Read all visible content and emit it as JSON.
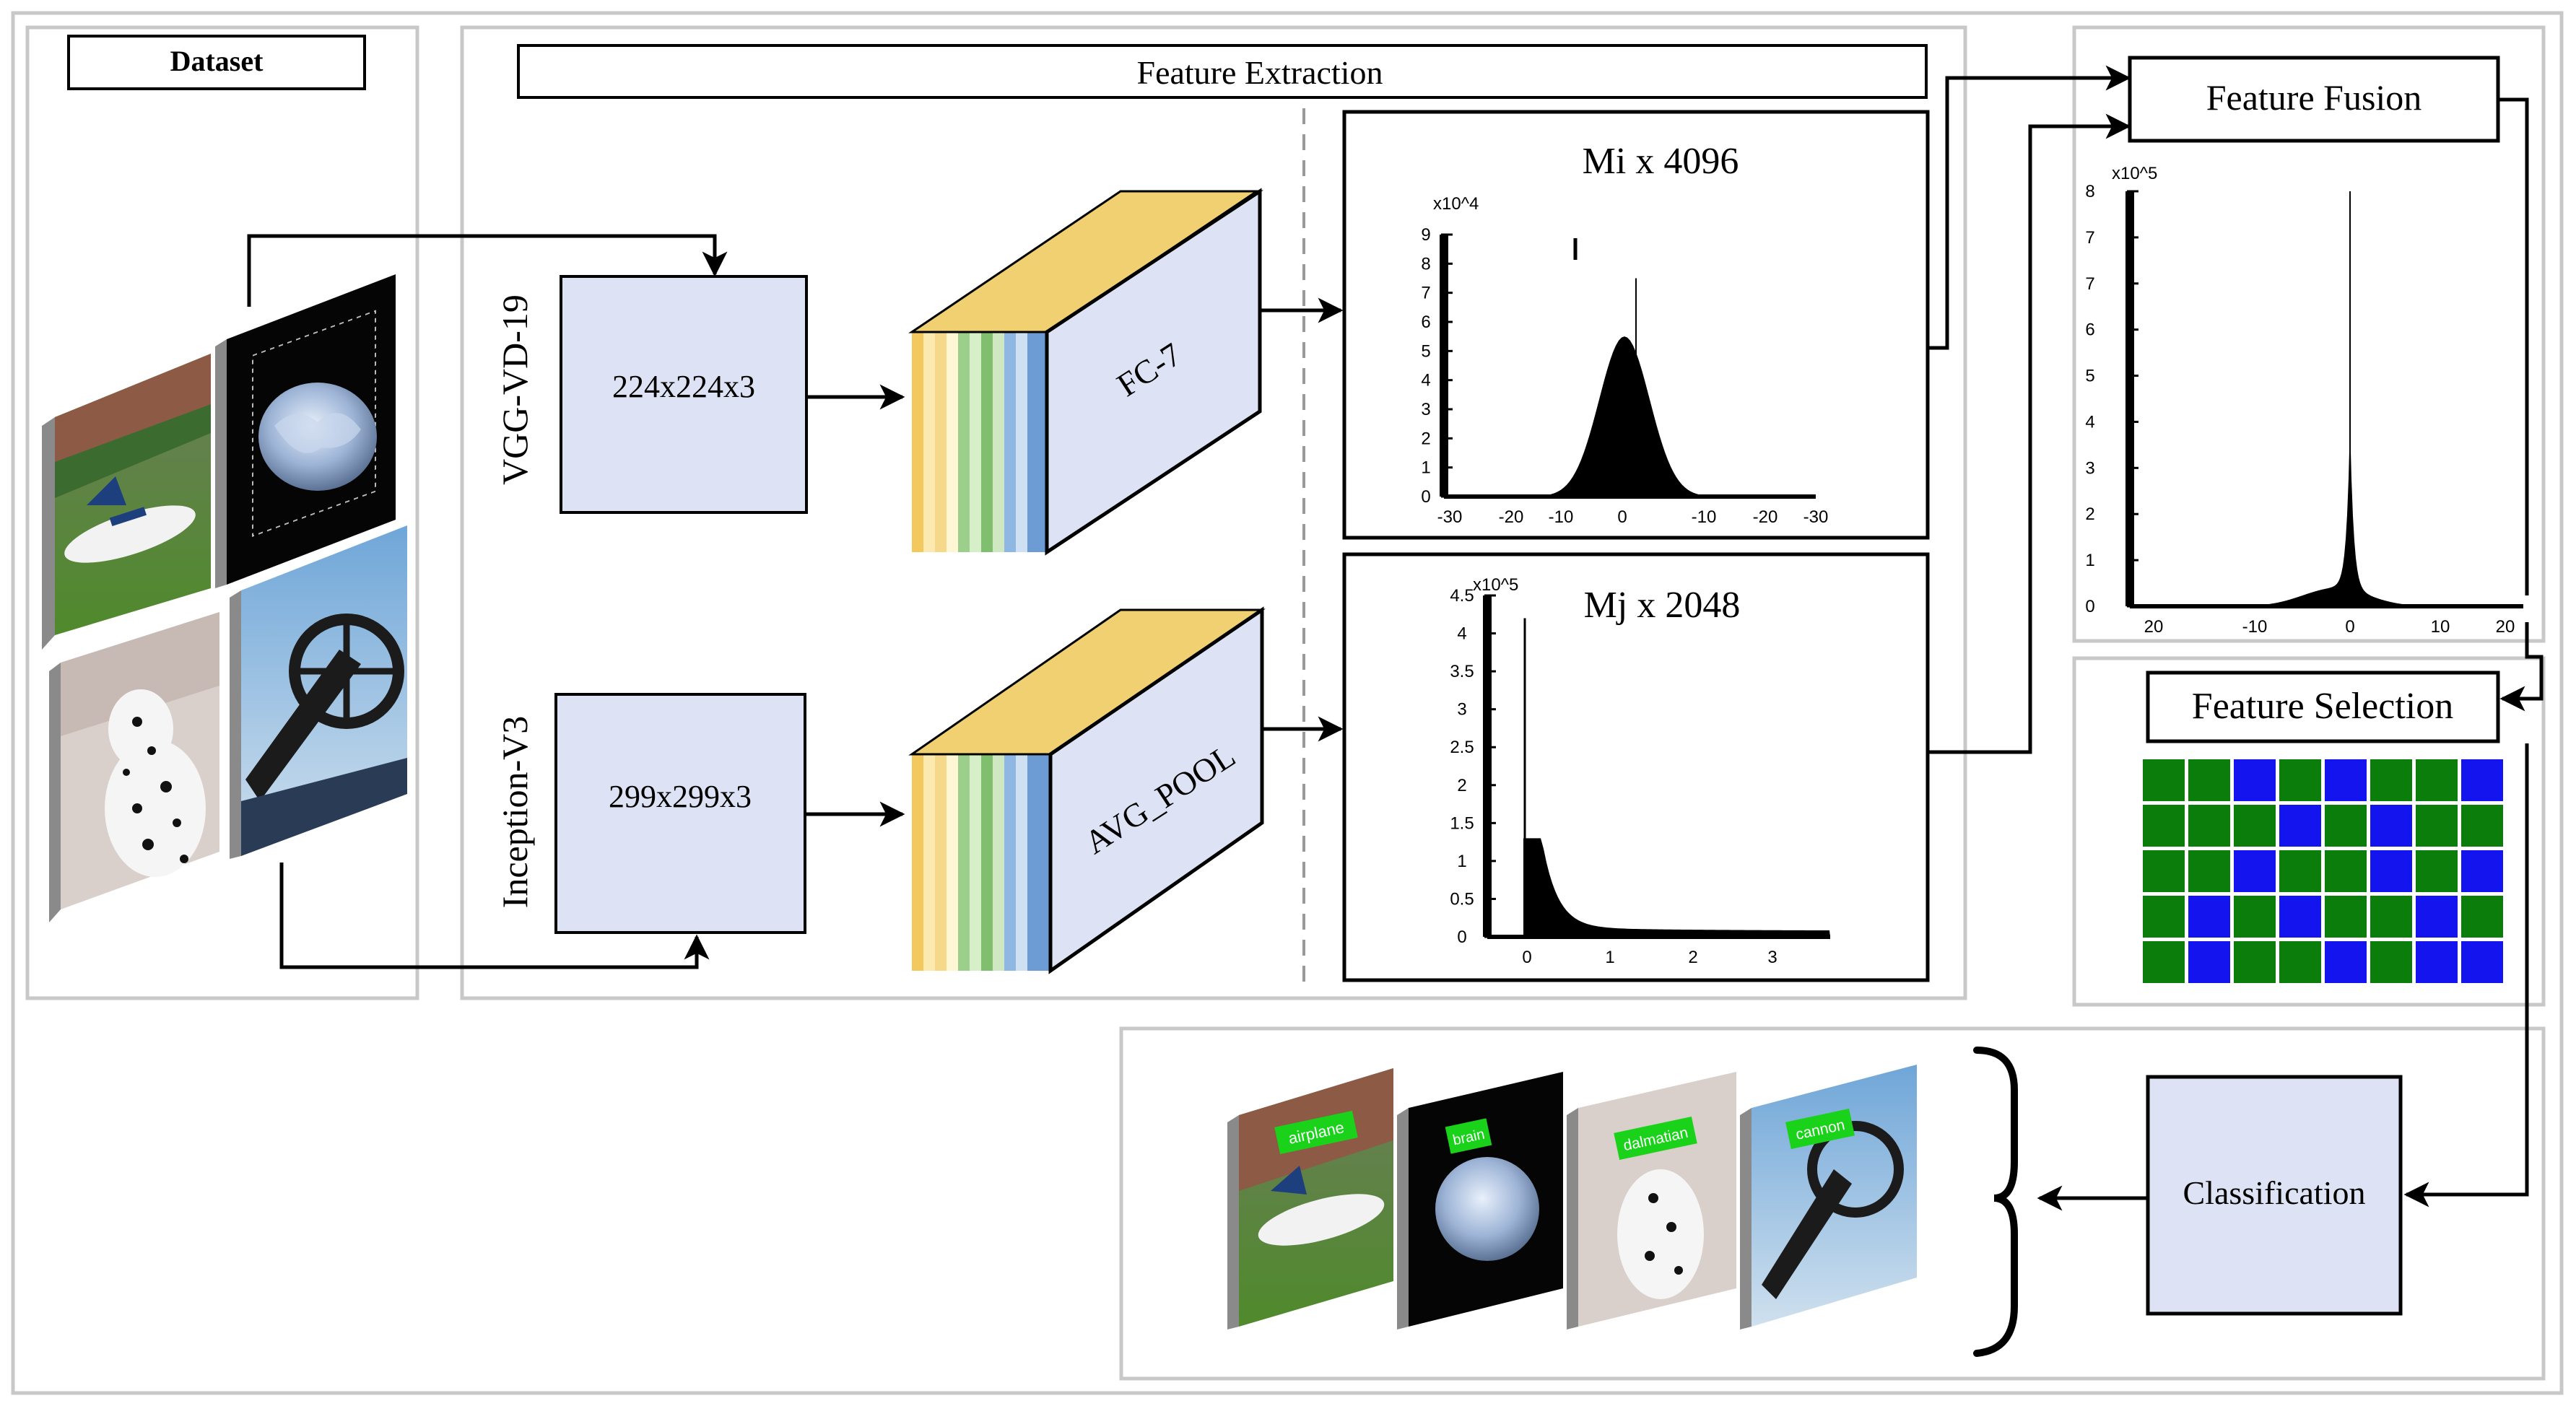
{
  "dataset": {
    "label": "Dataset"
  },
  "extraction": {
    "header": "Feature Extraction",
    "vgg": {
      "name": "VGG-VD-19",
      "input": "224x224x3",
      "layer": "FC-7"
    },
    "inception": {
      "name": "Inception-V3",
      "input": "299x299x3",
      "layer": "AVG_POOL"
    }
  },
  "fusion": {
    "label": "Feature Fusion"
  },
  "selection": {
    "label": "Feature Selection",
    "colors": {
      "green": "#0a7d0a",
      "blue": "#1414ee"
    },
    "grid": [
      [
        "g",
        "g",
        "b",
        "g",
        "b",
        "g",
        "g",
        "b"
      ],
      [
        "g",
        "g",
        "g",
        "b",
        "g",
        "b",
        "g",
        "g"
      ],
      [
        "g",
        "g",
        "b",
        "g",
        "g",
        "b",
        "g",
        "b"
      ],
      [
        "g",
        "b",
        "g",
        "b",
        "g",
        "g",
        "b",
        "g"
      ],
      [
        "g",
        "b",
        "g",
        "g",
        "b",
        "g",
        "b",
        "b"
      ]
    ]
  },
  "classification": {
    "label": "Classification",
    "predictions": [
      "airplane",
      "brain",
      "dalmatian",
      "cannon"
    ]
  },
  "chart_data": [
    {
      "type": "area",
      "title": "Mi x 4096",
      "exponent": "x10^4",
      "y_ticks": [
        "9",
        "8",
        "7",
        "6",
        "5",
        "4",
        "3",
        "2",
        "1",
        "0"
      ],
      "x_ticks": [
        "-30",
        "-20",
        "-10",
        "0",
        "-10",
        "-20",
        "-30"
      ],
      "shape": "gaussian peak near 0",
      "peak": 5.5,
      "spike": 7.5
    },
    {
      "type": "area",
      "title": "Mj x 2048",
      "exponent": "x10^5",
      "y_ticks": [
        "4.5",
        "4",
        "3.5",
        "3",
        "2.5",
        "2",
        "1.5",
        "1",
        "0.5",
        "0"
      ],
      "x_ticks": [
        "0",
        "1",
        "2",
        "3"
      ],
      "shape": "exponential decay from 0",
      "peak": 4.2
    },
    {
      "type": "area",
      "title": "",
      "exponent": "x10^5",
      "y_ticks": [
        "8",
        "7",
        "7",
        "6",
        "5",
        "4",
        "3",
        "2",
        "1",
        "0"
      ],
      "x_ticks": [
        "20",
        "-10",
        "0",
        "10",
        "20"
      ],
      "shape": "sharp spike at 0",
      "peak": 8
    }
  ]
}
